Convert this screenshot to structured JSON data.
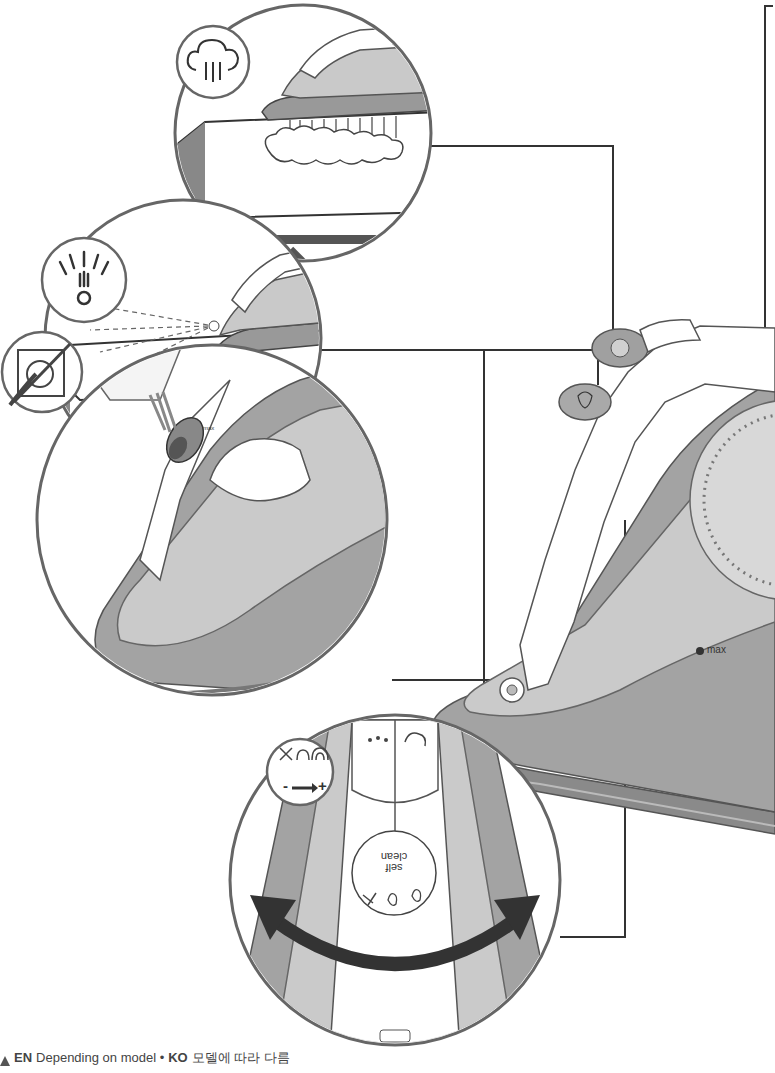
{
  "diagram": {
    "labels": [
      "max",
      "max",
      "self clean",
      "-",
      "+",
      "EN",
      "Depending on model •",
      "KO",
      "모델에 따라 다름"
    ]
  }
}
